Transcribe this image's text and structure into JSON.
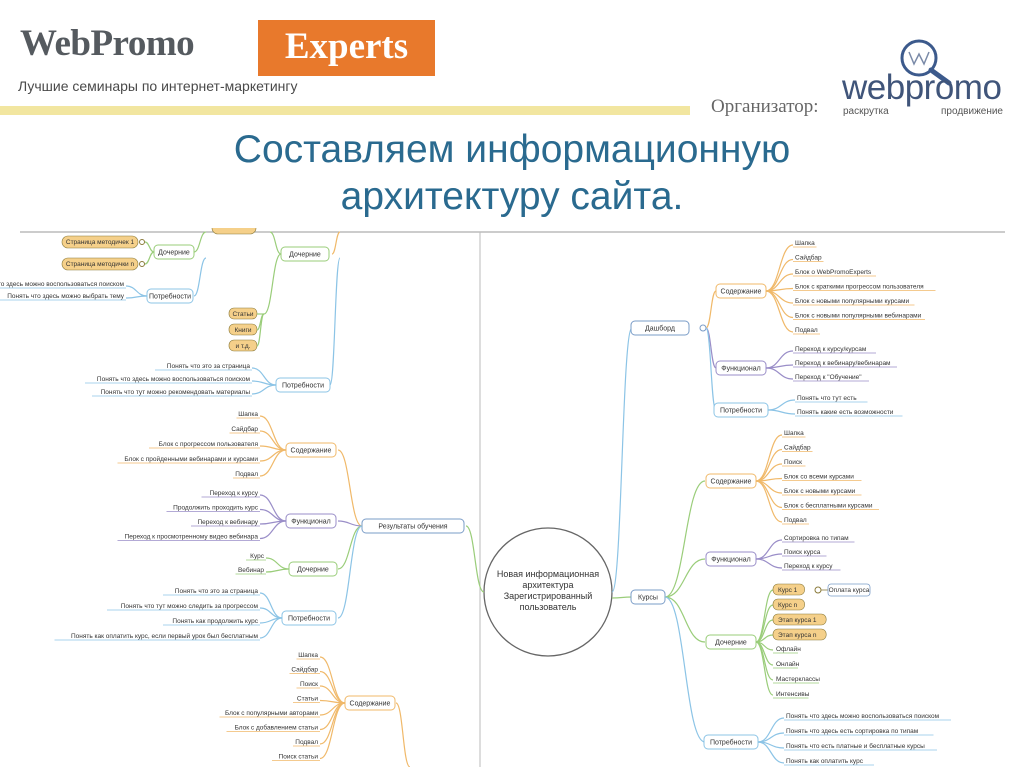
{
  "header": {
    "logo_part1": "WebPromo",
    "logo_part2": "Experts",
    "tagline": "Лучшие семинары по интернет-маркетингу",
    "organizer_label": "Организатор:",
    "organizer_logo": "webpromo",
    "organizer_sub1": "раскрутка",
    "organizer_sub2": "продвижение"
  },
  "title": {
    "line1": "Составляем информационную",
    "line2": "архитектуру сайта."
  },
  "mindmap": {
    "center": [
      "Новая информационная",
      "архитектура",
      "Зарегистрированный",
      "пользователь"
    ],
    "right": {
      "dashboard": {
        "label": "Дашборд",
        "content": {
          "label": "Содержание",
          "items": [
            "Шапка",
            "Сайдбар",
            "Блок о WebPromoExperts",
            "Блок с краткими прогрессом пользователя",
            "Блок с новыми популярными курсами",
            "Блок с новыми популярными вебинарами",
            "Подвал"
          ]
        },
        "functional": {
          "label": "Функционал",
          "items": [
            "Переход к курсу/курсам",
            "Переход к вебинару/вебинарам",
            "Переход к \"Обучение\""
          ]
        },
        "needs": {
          "label": "Потребности",
          "items": [
            "Понять что тут есть",
            "Понять какие есть возможности"
          ]
        }
      },
      "courses": {
        "label": "Курсы",
        "content": {
          "label": "Содержание",
          "items": [
            "Шапка",
            "Сайдбар",
            "Поиск",
            "Блок со всеми курсами",
            "Блок с новыми курсами",
            "Блок с бесплатными курсами",
            "Подвал"
          ]
        },
        "functional": {
          "label": "Функционал",
          "items": [
            "Сортировка по типам",
            "Поиск курса",
            "Переход к курсу"
          ]
        },
        "children": {
          "label": "Дочерние",
          "items": [
            "Курс 1",
            "Курс n",
            "Этап курса 1",
            "Этап курса n",
            "Офлайн",
            "Онлайн",
            "Мастерклассы",
            "Интенсивы"
          ],
          "extra": "Оплата курса"
        },
        "needs": {
          "label": "Потребности",
          "items": [
            "Понять что здесь можно воспользоваться поиском",
            "Понять что здесь есть сортировка по типам",
            "Понять что есть платные и бесплатные курсы",
            "Понять как оплатить курс"
          ]
        }
      }
    },
    "left": {
      "top": {
        "children_label": "Дочерние",
        "children_sub": "Дочерние",
        "methods": [
          "Страница методичек 1",
          "Страница методички n"
        ],
        "needs_sub": "Потребности",
        "needs_sub_items": [
          "Понять что здесь можно воспользоваться поиском",
          "Понять что здесь можно выбрать тему"
        ],
        "pills": [
          "Статьи",
          "Книги",
          "и т.д."
        ],
        "needs": {
          "label": "Потребности",
          "items": [
            "Понять что это за страница",
            "Понять что здесь можно воспользоваться поиском",
            "Понять что тут можно рекомендовать материалы"
          ]
        }
      },
      "results": {
        "label": "Результаты обучения",
        "content": {
          "label": "Содержание",
          "items": [
            "Шапка",
            "Сайдбар",
            "Блок с прогрессом пользователя",
            "Блок с пройденными вебинарами и курсами",
            "Подвал"
          ]
        },
        "functional": {
          "label": "Функционал",
          "items": [
            "Переход к курсу",
            "Продолжить проходить курс",
            "Переход к вебинару",
            "Переход к просмотренному видео вебинара"
          ]
        },
        "children": {
          "label": "Дочерние",
          "items": [
            "Курс",
            "Вебинар"
          ]
        },
        "needs": {
          "label": "Потребности",
          "items": [
            "Понять что это за страница",
            "Понять что тут можно следить за прогрессом",
            "Понять как продолжить курс",
            "Понять как оплатить курс, если первый урок был бесплатным"
          ]
        }
      },
      "bottom": {
        "content": {
          "label": "Содержание",
          "items": [
            "Шапка",
            "Сайдбар",
            "Поиск",
            "Статьи",
            "Блок с популярными авторами",
            "Блок с добавлением статьи",
            "Подвал",
            "Поиск статьи"
          ]
        }
      }
    }
  },
  "colors": {
    "title": "#2a6a8f",
    "accent": "#e8792c",
    "branch_green": "#9acd7a",
    "branch_blue": "#8cc4e6",
    "branch_orange": "#f0b96a",
    "branch_purple": "#9a8ec8",
    "pill_fill": "#f5d08a",
    "node_border": "#7a9cc7"
  }
}
